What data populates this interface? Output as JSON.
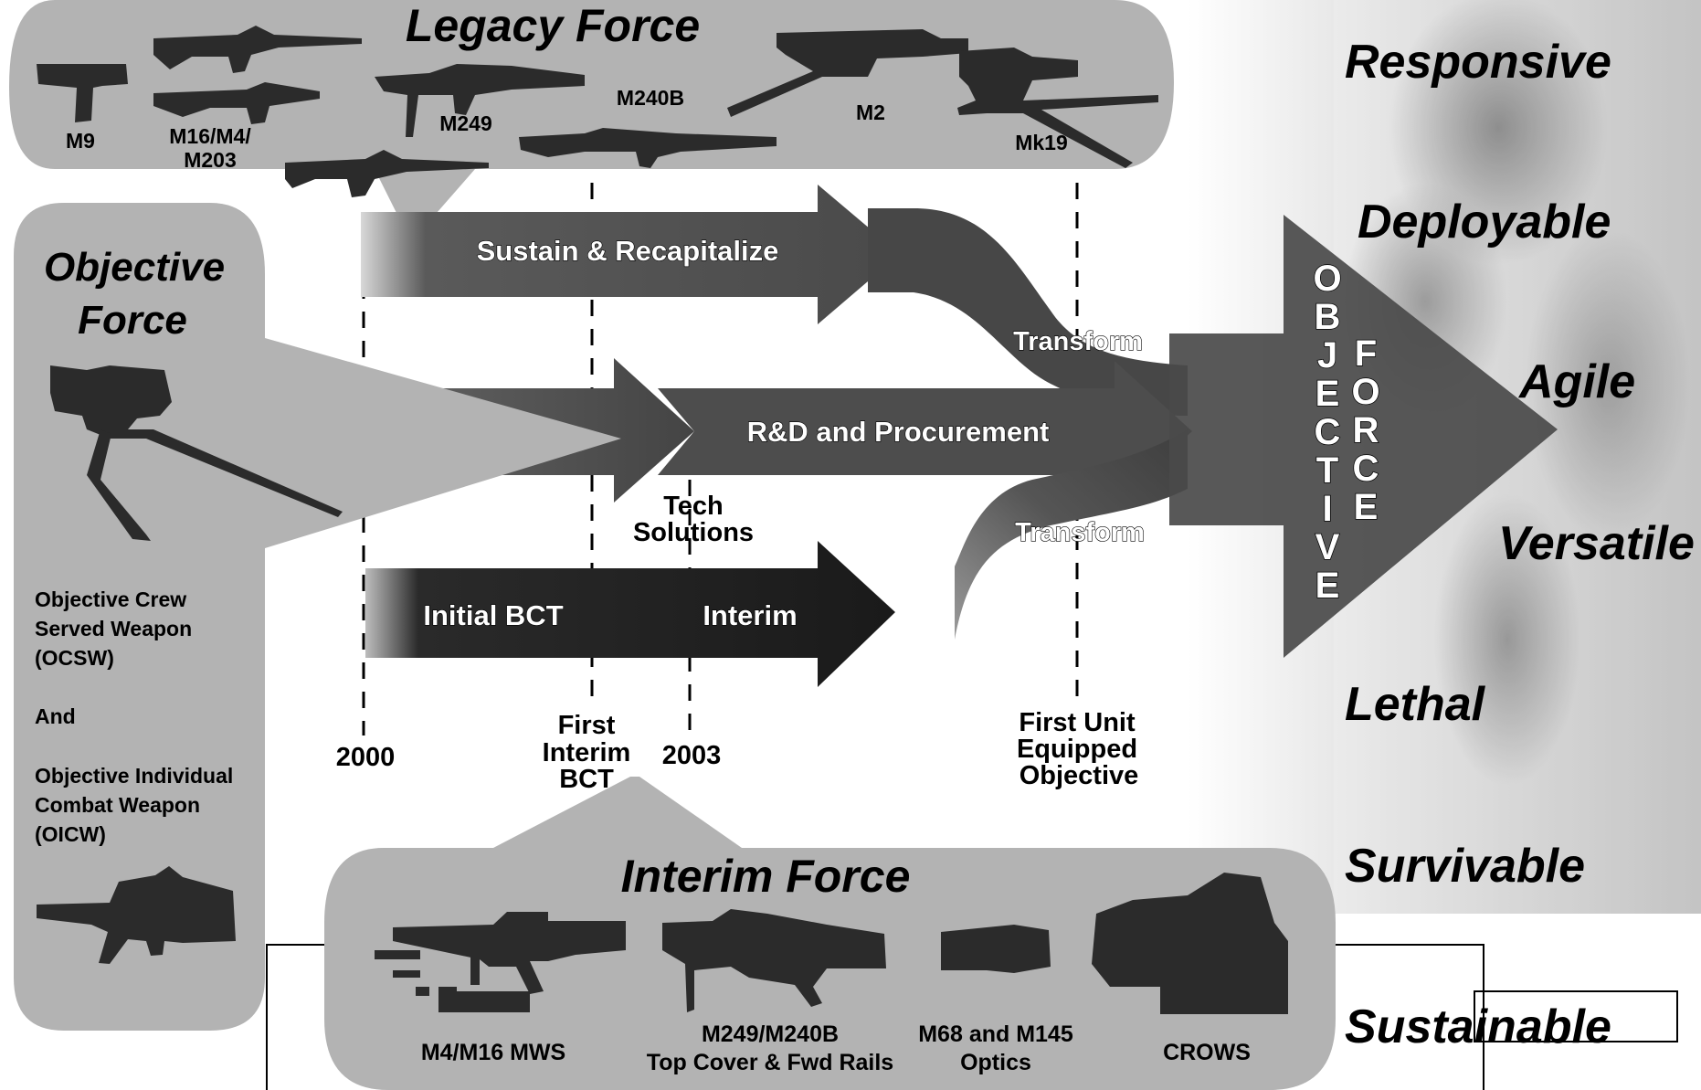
{
  "legacy_force": {
    "title": "Legacy Force",
    "weapons": [
      "M9",
      "M16/M4/",
      "M203",
      "M249",
      "M240B",
      "M2",
      "Mk19"
    ]
  },
  "objective_force_panel": {
    "title_line1": "Objective",
    "title_line2": "Force",
    "desc": [
      "Objective Crew",
      "Served Weapon",
      "(OCSW)",
      "And",
      "Objective Individual",
      "Combat Weapon",
      "(OICW)"
    ]
  },
  "arrows": {
    "sustain": "Sustain & Recapitalize",
    "rnd": "R&D and Procurement",
    "transform_top": "Transform",
    "transform_bottom": "Transform",
    "initial_bct": "Initial BCT",
    "interim": "Interim",
    "tech_line1": "Tech",
    "tech_line2": "Solutions",
    "big_arrow_col1": [
      "O",
      "B",
      "J",
      "E",
      "C",
      "T",
      "I",
      "V",
      "E"
    ],
    "big_arrow_col2": [
      "F",
      "O",
      "R",
      "C",
      "E"
    ]
  },
  "timeline": {
    "year_2000": "2000",
    "first_interim": [
      "First",
      "Interim",
      "BCT"
    ],
    "year_2003": "2003",
    "first_unit": [
      "First Unit",
      "Equipped",
      "Objective"
    ]
  },
  "interim_force": {
    "title": "Interim Force",
    "items": [
      [
        "M4/M16 MWS"
      ],
      [
        "M249/M240B",
        "Top Cover & Fwd Rails"
      ],
      [
        "M68 and M145",
        "Optics"
      ],
      [
        "CROWS"
      ]
    ]
  },
  "attributes": [
    "Responsive",
    "Deployable",
    "Agile",
    "Versatile",
    "Lethal",
    "Survivable",
    "Sustainable"
  ],
  "colors": {
    "panel": "#b3b3b3",
    "arrow_dark": "#3c3c3c",
    "arrow_mid": "#666666",
    "arrow_black": "#1e1e1e"
  }
}
